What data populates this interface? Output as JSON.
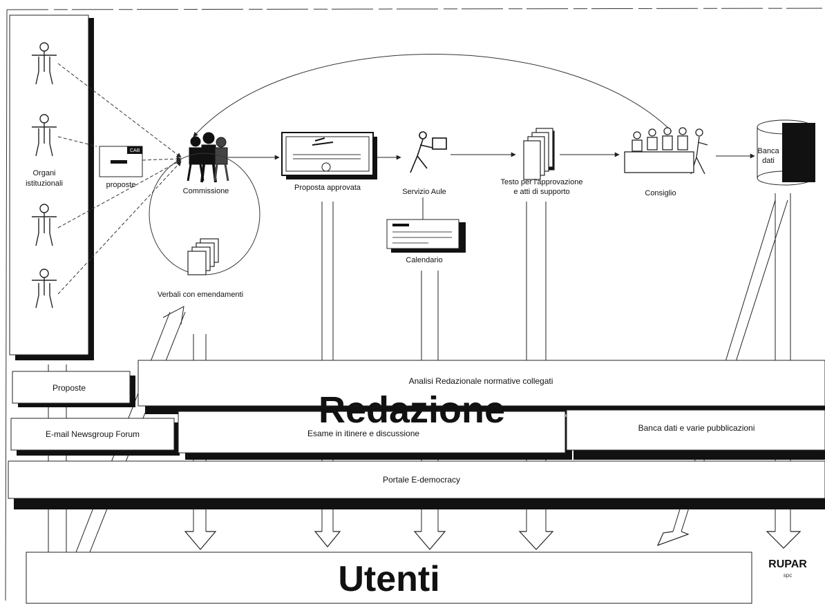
{
  "actors": {
    "organi_line1": "Organi",
    "organi_line2": "istituzionali",
    "proposte_envelope": "proposte"
  },
  "process": {
    "commissione": "Commissione",
    "verbali": "Verbali con emendamenti",
    "proposta_approvata": "Proposta approvata",
    "servizio_aule": "Servizio Aule",
    "calendario": "Calendario",
    "testo_line1": "Testo per l'approvazione",
    "testo_line2": "e atti di supporto",
    "consiglio": "Consiglio",
    "banca_line1": "Banca",
    "banca_line2": "dati"
  },
  "bands": {
    "proposte": "Proposte",
    "analisi": "Analisi Redazionale normative collegati",
    "redazione": "Redazione",
    "email_forum": "E-mail Newsgroup Forum",
    "esame": "Esame in itinere e discussione",
    "banca_pubblicazioni": "Banca dati e varie pubblicazioni",
    "portale": "Portale E-democracy"
  },
  "bottom": {
    "utenti": "Utenti",
    "rupar": "RUPAR",
    "rupar_sub": "spc"
  },
  "colors": {
    "shadow": "#111111",
    "line": "#222222",
    "background": "#ffffff"
  }
}
